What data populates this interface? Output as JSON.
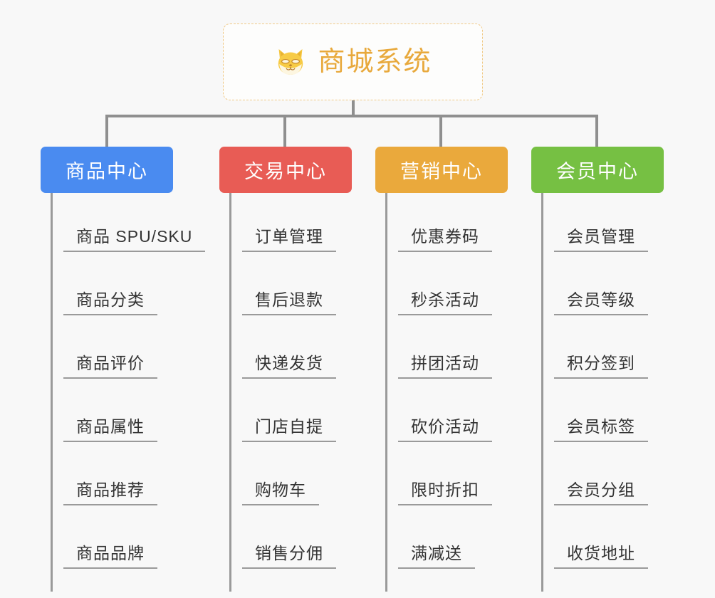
{
  "page": {
    "background_color": "#f8f8f8",
    "connector_color": "#8f8f8f",
    "leaf_line_color": "#9a9a9a",
    "leaf_text_color": "#333333"
  },
  "root": {
    "title": "商城系统",
    "icon": "shiba-dog-icon",
    "title_color": "#e8a93c",
    "border_color": "#f0c986",
    "card_background": "#fdfdfc"
  },
  "columns": [
    {
      "key": "product-center",
      "label": "商品中心",
      "color": "#4a8bf0",
      "items": [
        "商品 SPU/SKU",
        "商品分类",
        "商品评价",
        "商品属性",
        "商品推荐",
        "商品品牌"
      ]
    },
    {
      "key": "trade-center",
      "label": "交易中心",
      "color": "#e85c55",
      "items": [
        "订单管理",
        "售后退款",
        "快递发货",
        "门店自提",
        "购物车",
        "销售分佣"
      ]
    },
    {
      "key": "marketing-center",
      "label": "营销中心",
      "color": "#eaa93c",
      "items": [
        "优惠券码",
        "秒杀活动",
        "拼团活动",
        "砍价活动",
        "限时折扣",
        "满减送"
      ]
    },
    {
      "key": "member-center",
      "label": "会员中心",
      "color": "#76c043",
      "items": [
        "会员管理",
        "会员等级",
        "积分签到",
        "会员标签",
        "会员分组",
        "收货地址"
      ]
    }
  ]
}
